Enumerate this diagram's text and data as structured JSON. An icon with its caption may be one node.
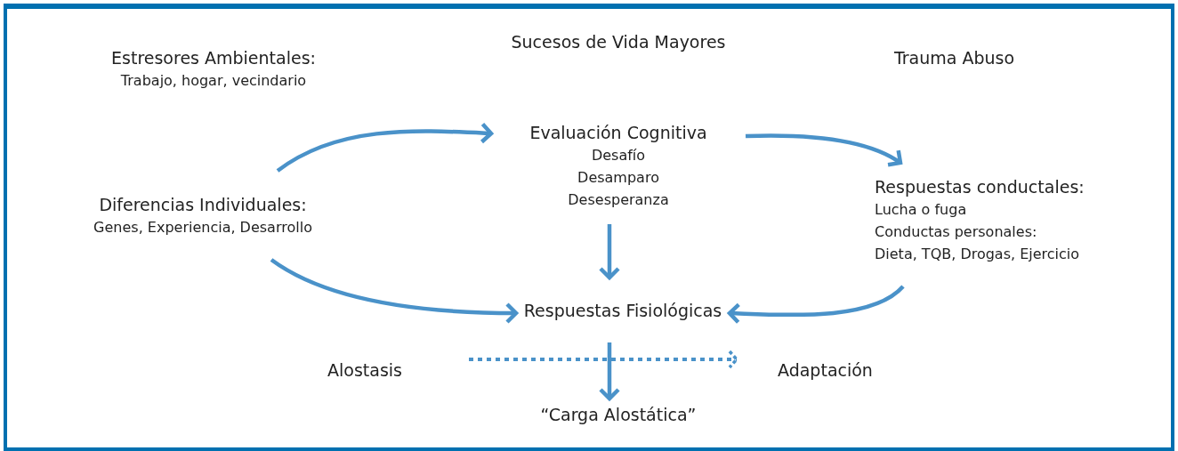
{
  "diagram": {
    "nodes": [
      {
        "text": [
          "Estresores Ambientales:",
          "Trabajo, hogar, vecindario"
        ]
      },
      {
        "text": [
          "Sucesos de Vida Mayores"
        ]
      },
      {
        "text": [
          "Trauma Abuso"
        ]
      },
      {
        "text": [
          "Diferencias Individuales:",
          "Genes, Experiencia, Desarrollo"
        ]
      },
      {
        "text": [
          "Evaluación Cognitiva",
          "Desafío",
          "Desamparo",
          "Desesperanza"
        ]
      },
      {
        "text": [
          "Respuestas conductales:",
          "Lucha o fuga",
          "Conductas personales:",
          "Dieta, TQB, Drogas, Ejercicio"
        ]
      },
      {
        "text": [
          "Respuestas Fisiológicas"
        ]
      },
      {
        "text": [
          "Alostasis"
        ]
      },
      {
        "text": [
          "Adaptación"
        ]
      },
      {
        "text": [
          "“Carga Alostática”"
        ]
      }
    ],
    "edges": [
      {
        "from": 3,
        "to": 4,
        "arrow": "to"
      },
      {
        "from": 4,
        "to": 5,
        "arrow": "to"
      },
      {
        "from": 4,
        "to": 6,
        "arrow": "to"
      },
      {
        "from": 3,
        "to": 6,
        "arrow": "to"
      },
      {
        "from": 5,
        "to": 6,
        "arrow": "to"
      },
      {
        "from": 6,
        "to": 9,
        "arrow": "to"
      },
      {
        "from": 7,
        "to": 8,
        "arrow": "to",
        "style": "dashed"
      }
    ]
  }
}
